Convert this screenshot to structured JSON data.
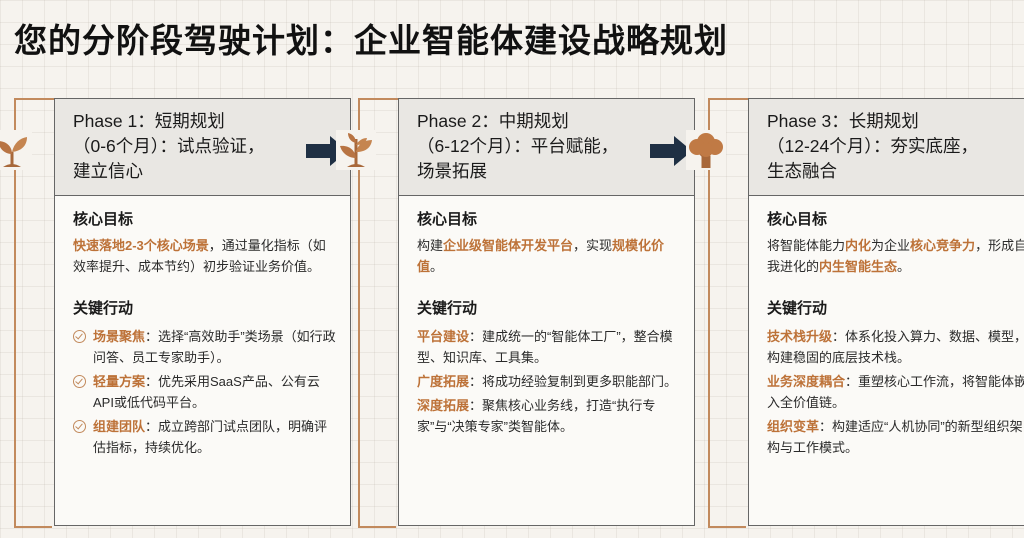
{
  "title": "您的分阶段驾驶计划：企业智能体建设战略规划",
  "colors": {
    "accent": "#c28a5d",
    "highlight": "#bd7238",
    "arrow": "#1f3044",
    "header_bg": "#e9e7e3"
  },
  "phases": [
    {
      "icon": "sprout-small-icon",
      "header": "Phase 1：短期规划\n（0-6个月）：试点验证，\n建立信心",
      "goal_title": "核心目标",
      "goal_parts": [
        {
          "t": "快速落地2-3个核心场景",
          "hl": true
        },
        {
          "t": "，通过量化指标（如效率提升、成本节约）初步验证业务价值。",
          "hl": false
        }
      ],
      "actions_title": "关键行动",
      "actions": [
        {
          "label": "场景聚焦",
          "text": "：选择“高效助手”类场景（如行政问答、员工专家助手）。"
        },
        {
          "label": "轻量方案",
          "text": "：优先采用SaaS产品、公有云API或低代码平台。"
        },
        {
          "label": "组建团队",
          "text": "：成立跨部门试点团队，明确评估指标，持续优化。"
        }
      ]
    },
    {
      "icon": "sprout-large-icon",
      "header": "Phase 2：中期规划\n（6-12个月）：平台赋能，\n场景拓展",
      "goal_title": "核心目标",
      "goal_parts": [
        {
          "t": "构建",
          "hl": false
        },
        {
          "t": "企业级智能体开发平台",
          "hl": true
        },
        {
          "t": "，实现",
          "hl": false
        },
        {
          "t": "规模化价值",
          "hl": true
        },
        {
          "t": "。",
          "hl": false
        }
      ],
      "actions_title": "关键行动",
      "actions": [
        {
          "label": "平台建设",
          "text": "：建成统一的“智能体工厂”，整合模型、知识库、工具集。"
        },
        {
          "label": "广度拓展",
          "text": "：将成功经验复制到更多职能部门。"
        },
        {
          "label": "深度拓展",
          "text": "：聚焦核心业务线，打造“执行专家”与“决策专家”类智能体。"
        }
      ]
    },
    {
      "icon": "tree-icon",
      "header": "Phase 3：长期规划\n（12-24个月）：夯实底座，\n生态融合",
      "goal_title": "核心目标",
      "goal_parts": [
        {
          "t": "将智能体能力",
          "hl": false
        },
        {
          "t": "内化",
          "hl": true
        },
        {
          "t": "为企业",
          "hl": false
        },
        {
          "t": "核心竞争力",
          "hl": true
        },
        {
          "t": "，形成自我进化的",
          "hl": false
        },
        {
          "t": "内生智能生态",
          "hl": true
        },
        {
          "t": "。",
          "hl": false
        }
      ],
      "actions_title": "关键行动",
      "actions": [
        {
          "label": "技术栈升级",
          "text": "：体系化投入算力、数据、模型，构建稳固的底层技术栈。"
        },
        {
          "label": "业务深度耦合",
          "text": "：重塑核心工作流，将智能体嵌入全价值链。"
        },
        {
          "label": "组织变革",
          "text": "：构建适应“人机协同”的新型组织架构与工作模式。"
        }
      ]
    }
  ]
}
